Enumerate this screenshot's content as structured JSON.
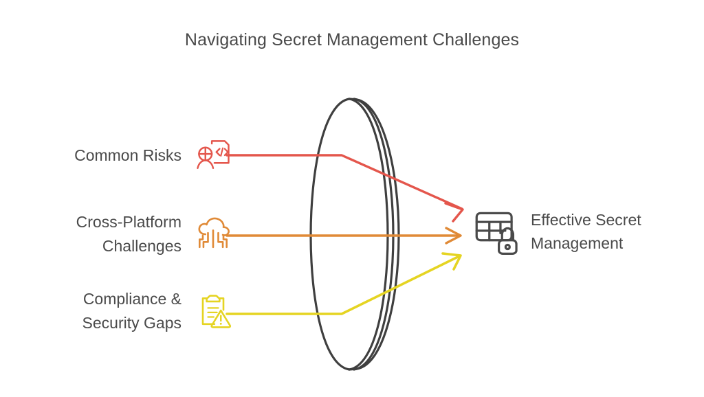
{
  "page": {
    "title": "Navigating Secret Management Challenges",
    "background_color": "#ffffff",
    "text_color": "#4a4a4a"
  },
  "diagram": {
    "type": "convergence-funnel",
    "inputs": [
      {
        "label": "Common Risks",
        "icon": "hacker-code-document-icon",
        "color": "#e4564c",
        "connector": "red-connector-arrow"
      },
      {
        "label": "Cross-Platform\nChallenges",
        "icon": "cloud-circuit-icon",
        "color": "#e08a37",
        "connector": "orange-connector-arrow"
      },
      {
        "label": "Compliance &\nSecurity Gaps",
        "icon": "clipboard-warning-icon",
        "color": "#e5d422",
        "connector": "yellow-connector-arrow"
      }
    ],
    "lens": {
      "name": "lens-shape",
      "stroke_color": "#3f3f3f",
      "description": "convex lens viewed edge-on"
    },
    "outcome": {
      "label": "Effective Secret\nManagement",
      "icon": "table-lock-icon",
      "color": "#4a4a4a"
    }
  }
}
